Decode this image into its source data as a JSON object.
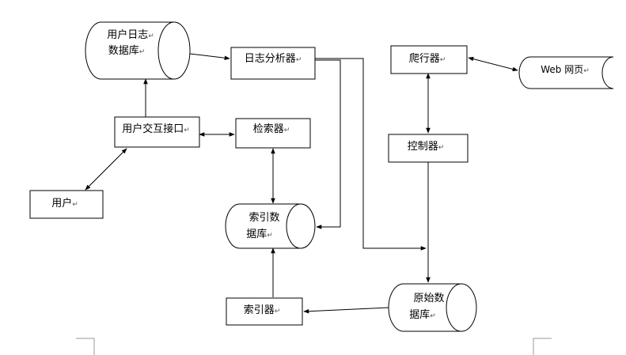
{
  "nodes": {
    "user_log_db": {
      "line1": "用户日志",
      "line2": "数据库"
    },
    "log_analyzer": {
      "label": "日志分析器"
    },
    "crawler": {
      "label": "爬行器"
    },
    "web_pages": {
      "label": "Web 网页"
    },
    "user_interface": {
      "label": "用户交互接口"
    },
    "retriever": {
      "label": "检索器"
    },
    "controller": {
      "label": "控制器"
    },
    "user": {
      "label": "用户"
    },
    "index_db": {
      "line1": "索引数",
      "line2": "据库"
    },
    "indexer": {
      "label": "索引器"
    },
    "raw_db": {
      "line1": "原始数",
      "line2": "据库"
    }
  },
  "paragraph_mark": "↵",
  "colors": {
    "stroke": "#000000",
    "fill": "#ffffff"
  }
}
